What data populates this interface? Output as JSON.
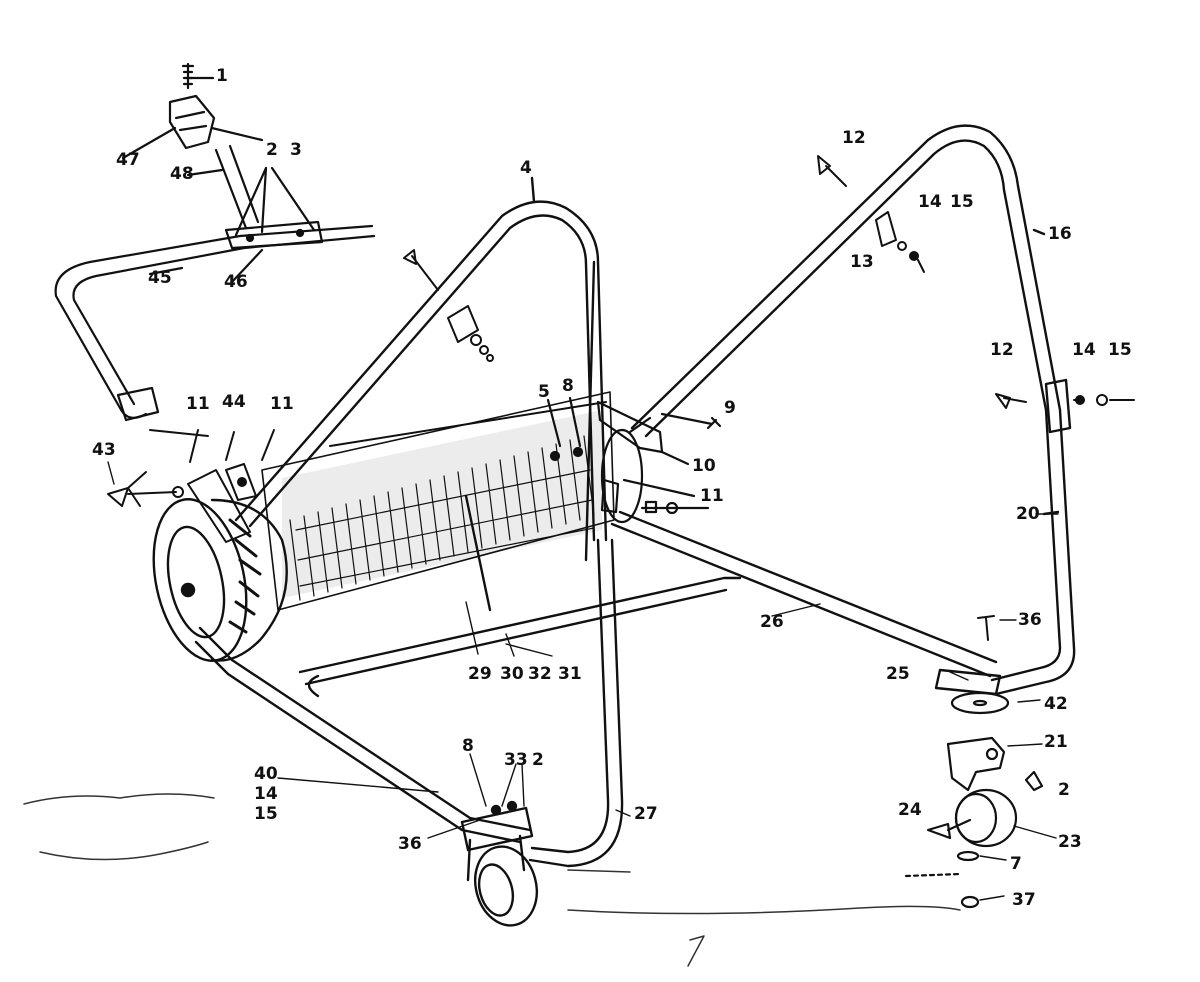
{
  "callouts": [
    {
      "id": "c1",
      "text": "1"
    },
    {
      "id": "c47",
      "text": "47"
    },
    {
      "id": "c2a",
      "text": "2"
    },
    {
      "id": "c3a",
      "text": "3"
    },
    {
      "id": "c48",
      "text": "48"
    },
    {
      "id": "c45",
      "text": "45"
    },
    {
      "id": "c46",
      "text": "46"
    },
    {
      "id": "c4",
      "text": "4"
    },
    {
      "id": "c11a",
      "text": "11"
    },
    {
      "id": "c44",
      "text": "44"
    },
    {
      "id": "c11b",
      "text": "11"
    },
    {
      "id": "c43",
      "text": "43"
    },
    {
      "id": "c5",
      "text": "5"
    },
    {
      "id": "c8a",
      "text": "8"
    },
    {
      "id": "c9",
      "text": "9"
    },
    {
      "id": "c10",
      "text": "10"
    },
    {
      "id": "c11c",
      "text": "11"
    },
    {
      "id": "c12a",
      "text": "12"
    },
    {
      "id": "c14a",
      "text": "14"
    },
    {
      "id": "c15a",
      "text": "15"
    },
    {
      "id": "c13",
      "text": "13"
    },
    {
      "id": "c16",
      "text": "16"
    },
    {
      "id": "c12b",
      "text": "12"
    },
    {
      "id": "c14b",
      "text": "14"
    },
    {
      "id": "c15b",
      "text": "15"
    },
    {
      "id": "c20",
      "text": "20"
    },
    {
      "id": "c26",
      "text": "26"
    },
    {
      "id": "c36a",
      "text": "36"
    },
    {
      "id": "c25",
      "text": "25"
    },
    {
      "id": "c42",
      "text": "42"
    },
    {
      "id": "c21",
      "text": "21"
    },
    {
      "id": "c2b",
      "text": "2"
    },
    {
      "id": "c24",
      "text": "24"
    },
    {
      "id": "c23",
      "text": "23"
    },
    {
      "id": "c7",
      "text": "7"
    },
    {
      "id": "c37",
      "text": "37"
    },
    {
      "id": "c29",
      "text": "29"
    },
    {
      "id": "c30",
      "text": "30"
    },
    {
      "id": "c32",
      "text": "32"
    },
    {
      "id": "c31",
      "text": "31"
    },
    {
      "id": "c40",
      "text": "40"
    },
    {
      "id": "c14c",
      "text": "14"
    },
    {
      "id": "c15c",
      "text": "15"
    },
    {
      "id": "c8b",
      "text": "8"
    },
    {
      "id": "c33",
      "text": "33"
    },
    {
      "id": "c2c",
      "text": "2"
    },
    {
      "id": "c36b",
      "text": "36"
    },
    {
      "id": "c27",
      "text": "27"
    }
  ]
}
